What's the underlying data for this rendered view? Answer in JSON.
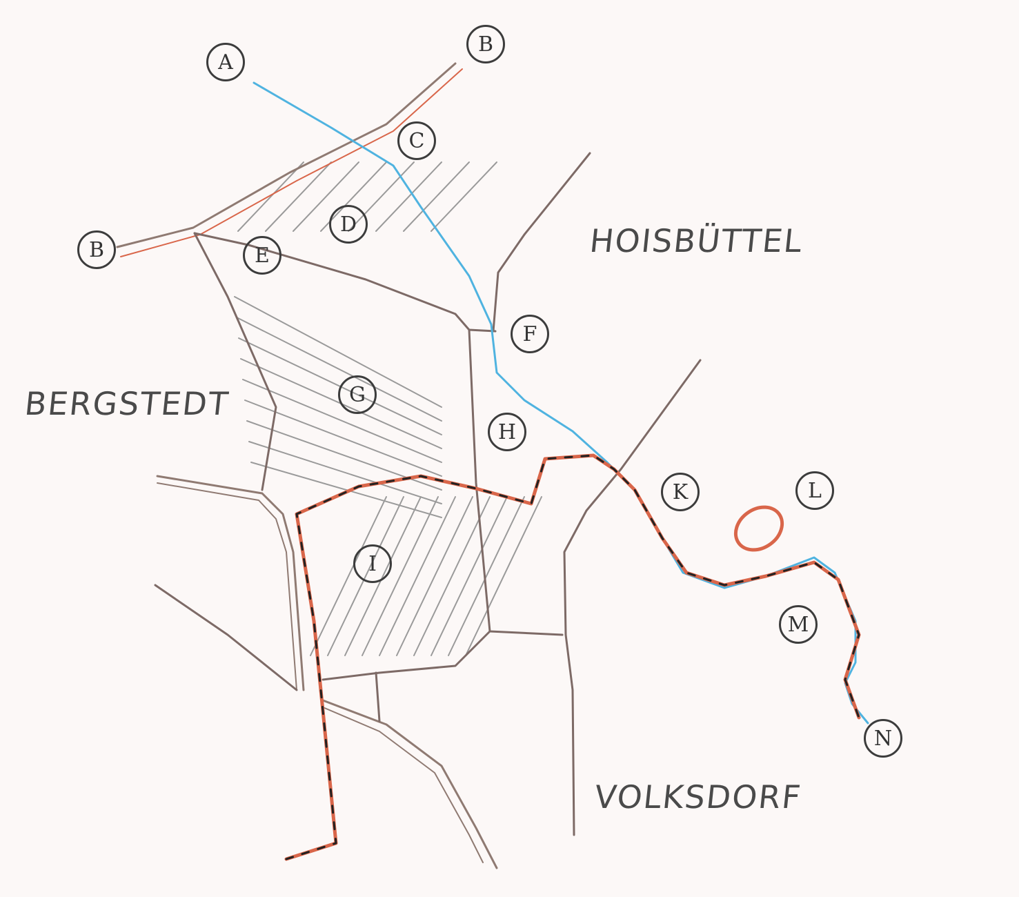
{
  "places": [
    {
      "id": "hoisbuettel",
      "name": "HOISBÜTTEL"
    },
    {
      "id": "bergstedt",
      "name": "BERGSTEDT"
    },
    {
      "id": "volksdorf",
      "name": "VOLKSDORF"
    }
  ],
  "markers": [
    "A",
    "B",
    "B",
    "C",
    "D",
    "E",
    "F",
    "G",
    "H",
    "I",
    "K",
    "L",
    "M",
    "N"
  ],
  "colors": {
    "road": "#8f7a72",
    "road_red": "#d9664a",
    "boundary": "#7d6a66",
    "river": "#4fb3e0",
    "hatch": "#9a9a9a",
    "ink": "#333333"
  }
}
